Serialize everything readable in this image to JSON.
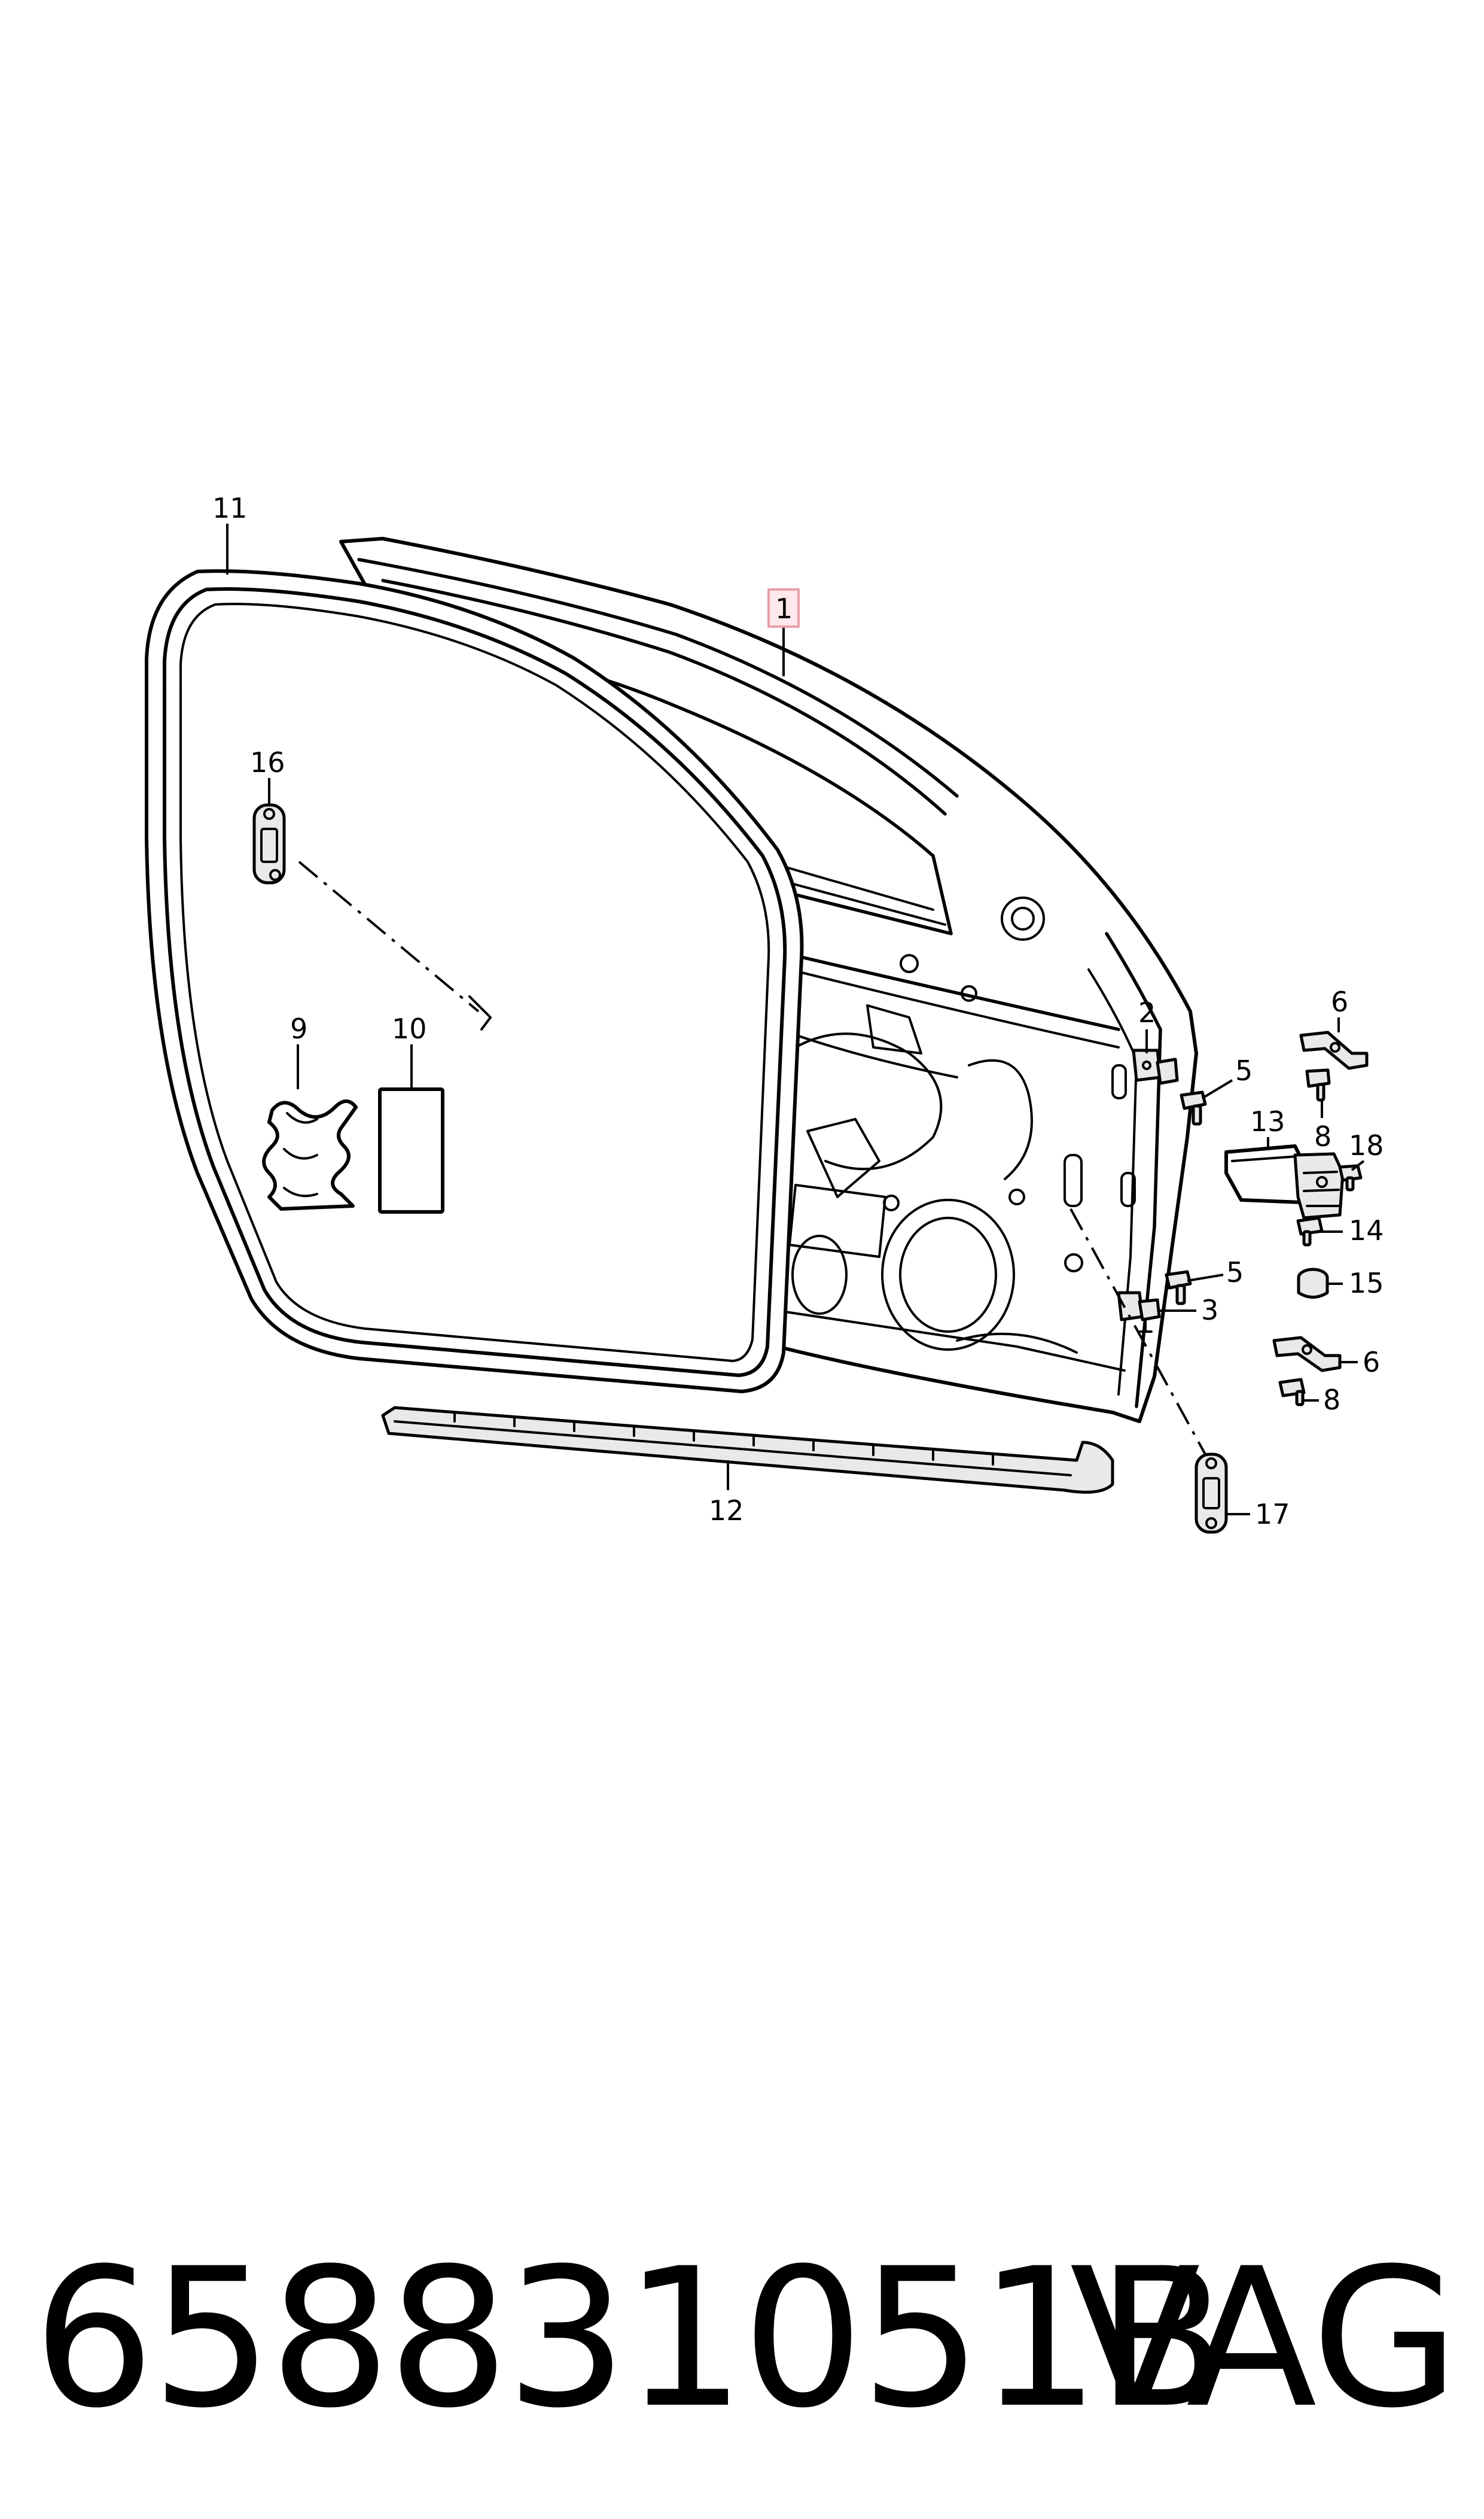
{
  "callouts": {
    "c1": "1",
    "c2": "2",
    "c3": "3",
    "c5a": "5",
    "c5b": "5",
    "c6a": "6",
    "c6b": "6",
    "c8a": "8",
    "c8b": "8",
    "c9": "9",
    "c10": "10",
    "c11": "11",
    "c12": "12",
    "c13": "13",
    "c14": "14",
    "c15": "15",
    "c16": "16",
    "c17": "17",
    "c18": "18"
  },
  "highlight_color": "#e8a0a8",
  "footer": {
    "part_number": "658831051B",
    "brand": "VAG"
  }
}
